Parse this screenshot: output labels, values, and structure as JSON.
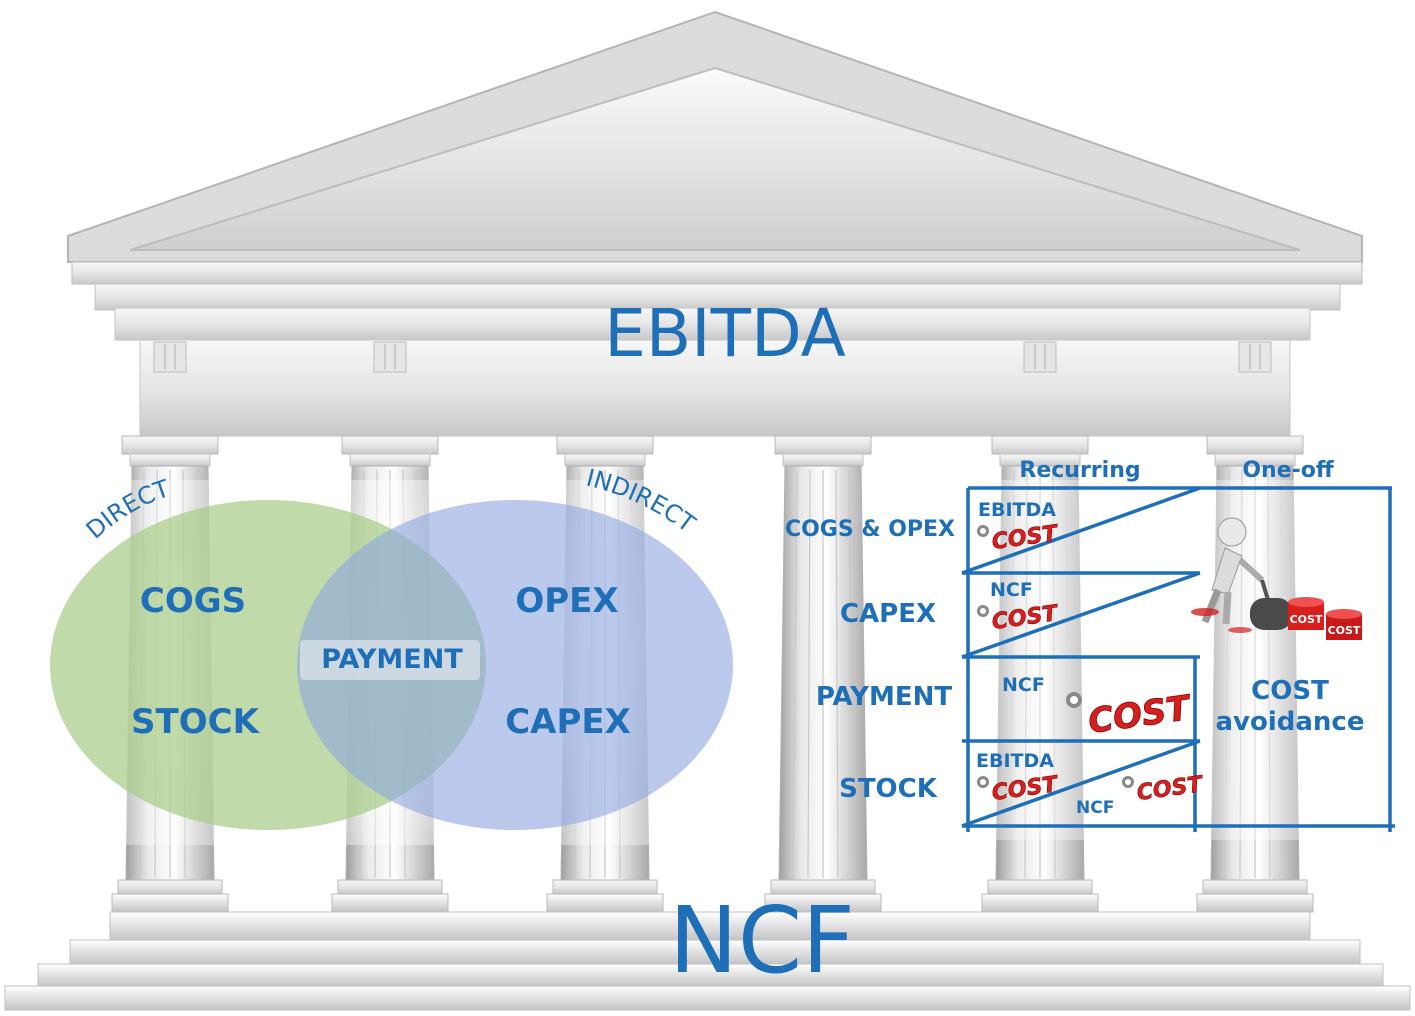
{
  "temple": {
    "entablature_label": "EBITDA",
    "base_label": "NCF"
  },
  "venn": {
    "left_arc_label": "DIRECT",
    "right_arc_label": "INDIRECT",
    "left_items": [
      "COGS",
      "STOCK"
    ],
    "right_items": [
      "OPEX",
      "CAPEX"
    ],
    "overlap_item": "PAYMENT",
    "colors": {
      "left": "#a8cc88",
      "right": "#8fa8e0",
      "text": "#1e6fb8"
    }
  },
  "matrix": {
    "column_headers": [
      "Recurring",
      "One-off"
    ],
    "row_labels": [
      "COGS & OPEX",
      "CAPEX",
      "PAYMENT",
      "STOCK"
    ],
    "cells": {
      "cogs_opex": {
        "tag": "EBITDA",
        "badge": "COST"
      },
      "capex": {
        "tag": "NCF",
        "badge": "COST"
      },
      "payment": {
        "tag": "NCF",
        "badge": "COST"
      },
      "stock_ebitda": {
        "tag": "EBITDA",
        "badge": "COST"
      },
      "stock_ncf": {
        "tag": "NCF",
        "badge": "COST"
      }
    },
    "one_off": {
      "line1": "COST",
      "line2": "avoidance",
      "drum_labels": [
        "COST",
        "COST"
      ]
    },
    "colors": {
      "grid": "#1e6fb8",
      "badge": "#d62020",
      "label": "#1e6fb8"
    }
  }
}
